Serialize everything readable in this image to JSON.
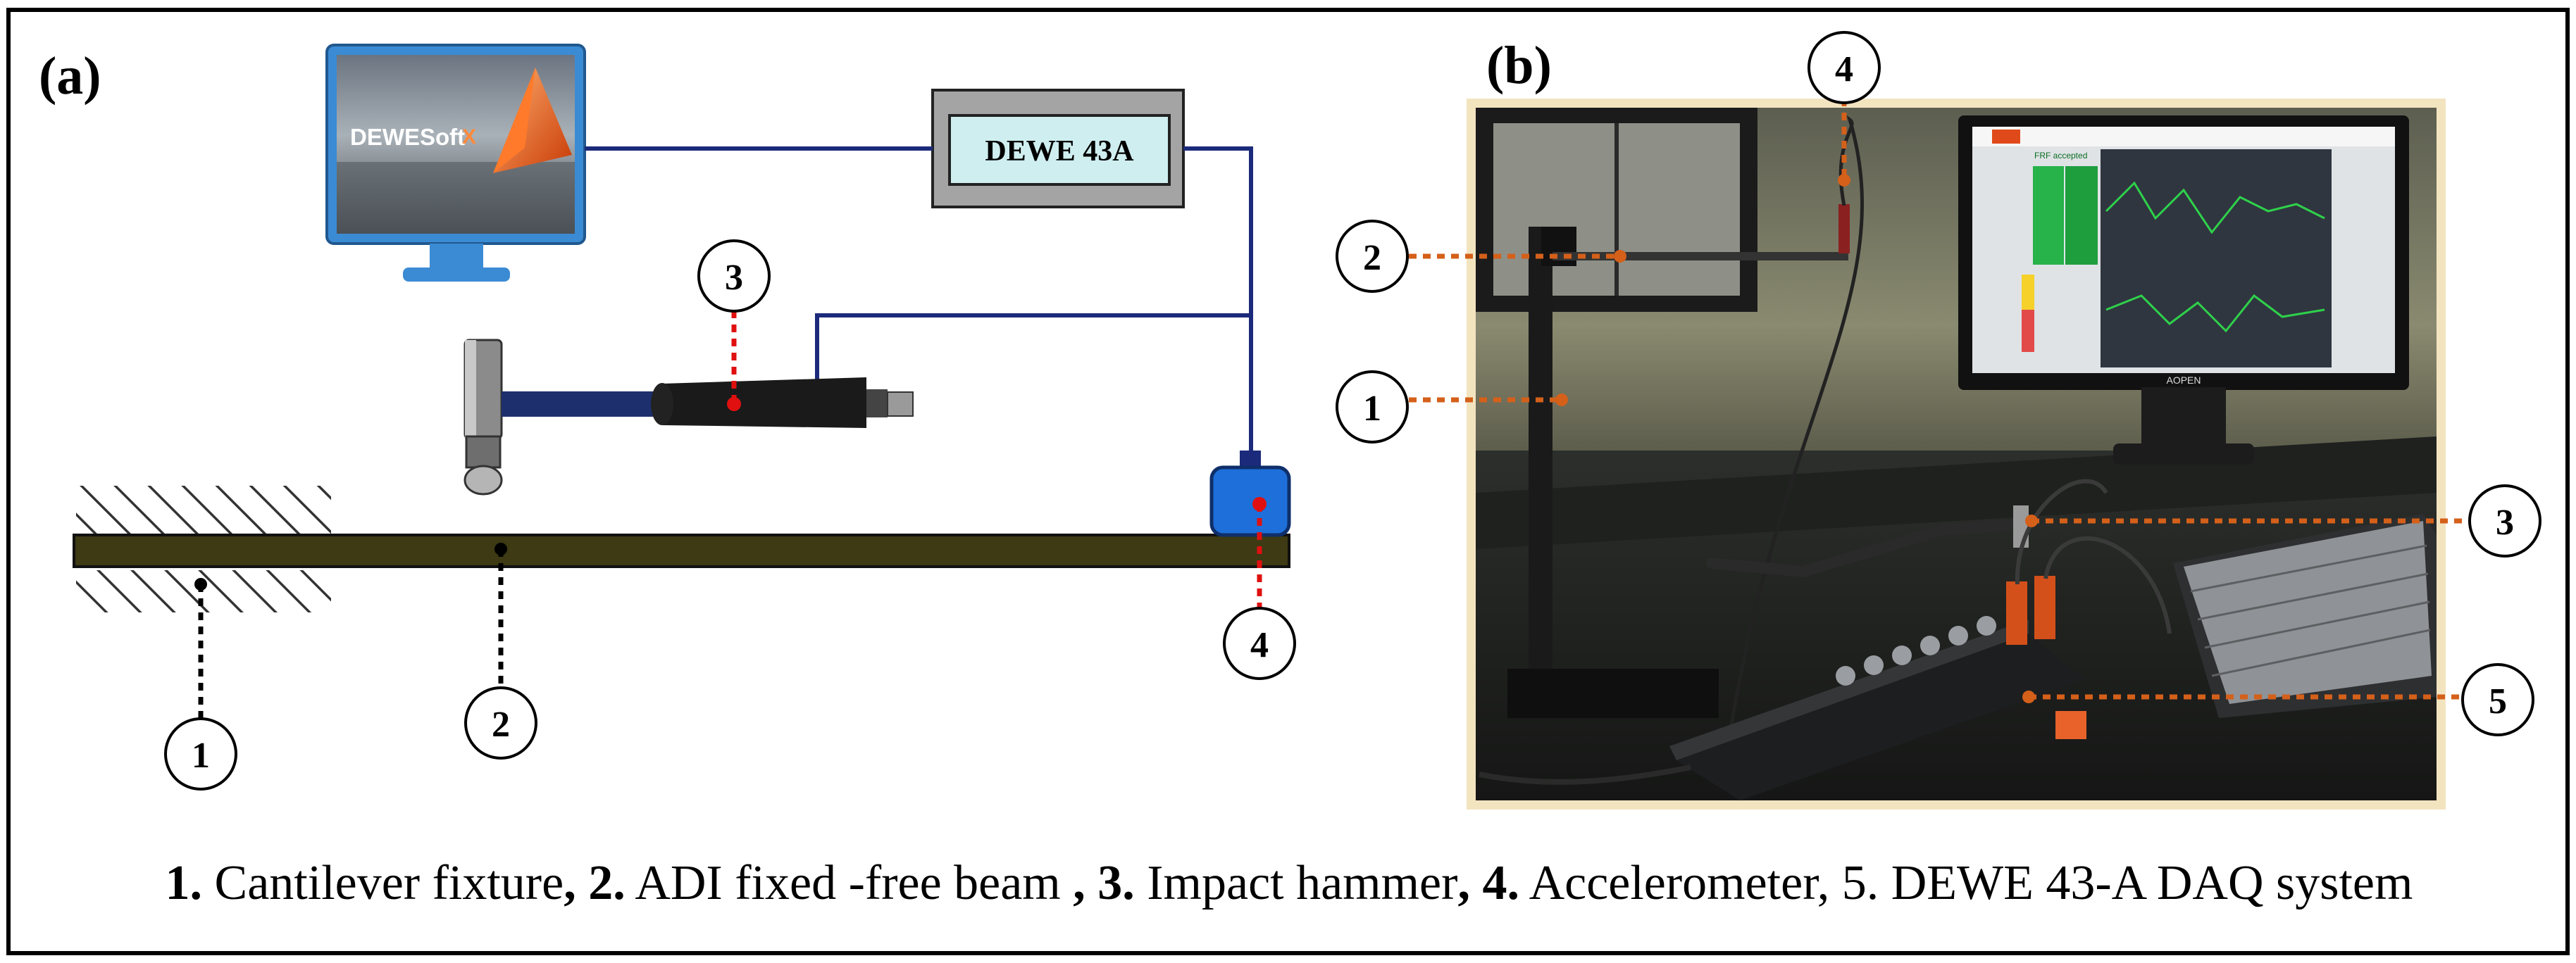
{
  "panel_a": {
    "label": "(a)",
    "monitor_brand": "DEWESoft",
    "monitor_brand_x": "X",
    "daq_label": "DEWE 43A",
    "callouts": [
      "1",
      "2",
      "3",
      "4"
    ]
  },
  "panel_b": {
    "label": "(b)",
    "callouts": [
      "1",
      "2",
      "3",
      "4",
      "5"
    ],
    "screen_status": "FRF accepted",
    "keyboard_brand": "AOPEN"
  },
  "caption": {
    "n1": "1.",
    "t1": " Cantilever  fixture",
    "sep1": ", ",
    "n2": "2.",
    "t2": " ADI  fixed -free beam ",
    "sep2": ",  ",
    "n3": "3.",
    "t3": " Impact hammer",
    "sep3": ", ",
    "n4": "4.",
    "t4": " Accelerometer, 5. DEWE 43-A DAQ system"
  },
  "colors": {
    "beam": "#3d3a14",
    "cable": "#1b2a7a",
    "callout_red": "#e01010",
    "callout_orange": "#d4601a",
    "photo_frame": "#f3e4c0",
    "daq_box": "#cfeef0",
    "accelerometer": "#1e6fd9"
  }
}
